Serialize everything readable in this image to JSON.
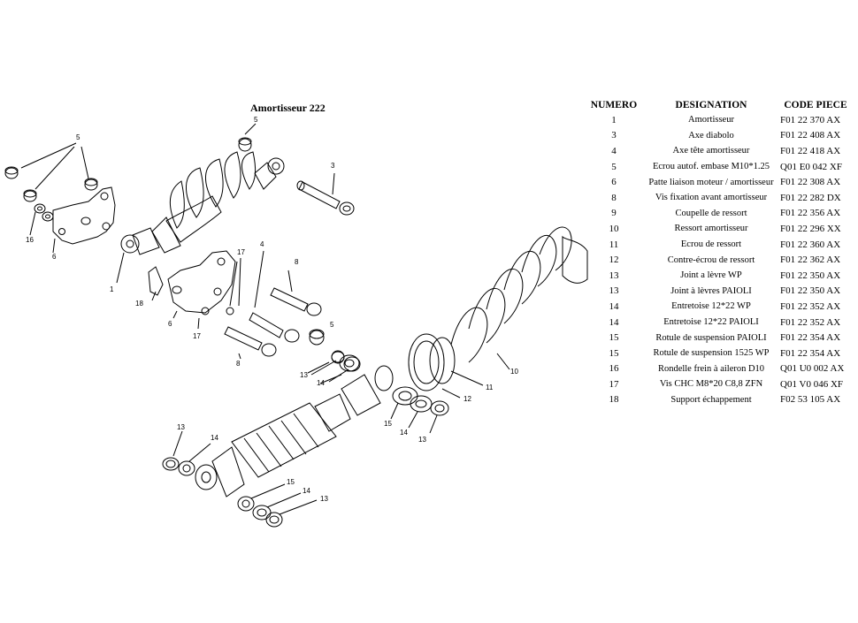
{
  "diagram": {
    "title": "Amortisseur 222",
    "callouts": [
      "5",
      "5",
      "3",
      "16",
      "6",
      "1",
      "17",
      "4",
      "8",
      "18",
      "6",
      "17",
      "8",
      "5",
      "13",
      "14",
      "10",
      "11",
      "12",
      "15",
      "14",
      "13",
      "13",
      "14",
      "15",
      "14",
      "13"
    ]
  },
  "table": {
    "headers": {
      "numero": "NUMERO",
      "designation": "DESIGNATION",
      "code": "CODE PIECE"
    },
    "rows": [
      {
        "numero": "1",
        "designation": "Amortisseur",
        "code": "F01 22 370 AX"
      },
      {
        "numero": "3",
        "designation": "Axe diabolo",
        "code": "F01 22 408 AX"
      },
      {
        "numero": "4",
        "designation": "Axe tête amortisseur",
        "code": "F01 22 418 AX"
      },
      {
        "numero": "5",
        "designation": "Ecrou autof. embase M10*1.25",
        "code": "Q01 E0 042 XF"
      },
      {
        "numero": "6",
        "designation": "Patte liaison moteur / amortisseur",
        "code": "F01 22 308 AX"
      },
      {
        "numero": "8",
        "designation": "Vis fixation avant amortisseur",
        "code": "F01 22 282 DX"
      },
      {
        "numero": "9",
        "designation": "Coupelle de ressort",
        "code": "F01 22 356 AX"
      },
      {
        "numero": "10",
        "designation": "Ressort amortisseur",
        "code": "F01 22 296 XX"
      },
      {
        "numero": "11",
        "designation": "Ecrou de ressort",
        "code": "F01 22 360 AX"
      },
      {
        "numero": "12",
        "designation": "Contre-écrou de ressort",
        "code": "F01 22 362 AX"
      },
      {
        "numero": "13",
        "designation": "Joint a lèvre WP",
        "code": "F01 22 350 AX"
      },
      {
        "numero": "13",
        "designation": "Joint à lèvres PAIOLI",
        "code": "F01 22 350 AX"
      },
      {
        "numero": "14",
        "designation": "Entretoise 12*22 WP",
        "code": "F01 22 352 AX"
      },
      {
        "numero": "14",
        "designation": "Entretoise 12*22 PAIOLI",
        "code": "F01 22 352 AX"
      },
      {
        "numero": "15",
        "designation": "Rotule de suspension PAIOLI",
        "code": "F01 22 354 AX"
      },
      {
        "numero": "15",
        "designation": "Rotule de suspension 1525 WP",
        "code": "F01 22 354 AX"
      },
      {
        "numero": "16",
        "designation": "Rondelle frein à aileron D10",
        "code": "Q01 U0 002 AX"
      },
      {
        "numero": "17",
        "designation": "Vis CHC M8*20 C8,8 ZFN",
        "code": "Q01 V0 046 XF"
      },
      {
        "numero": "18",
        "designation": "Support échappement",
        "code": "F02 53 105 AX"
      }
    ]
  }
}
